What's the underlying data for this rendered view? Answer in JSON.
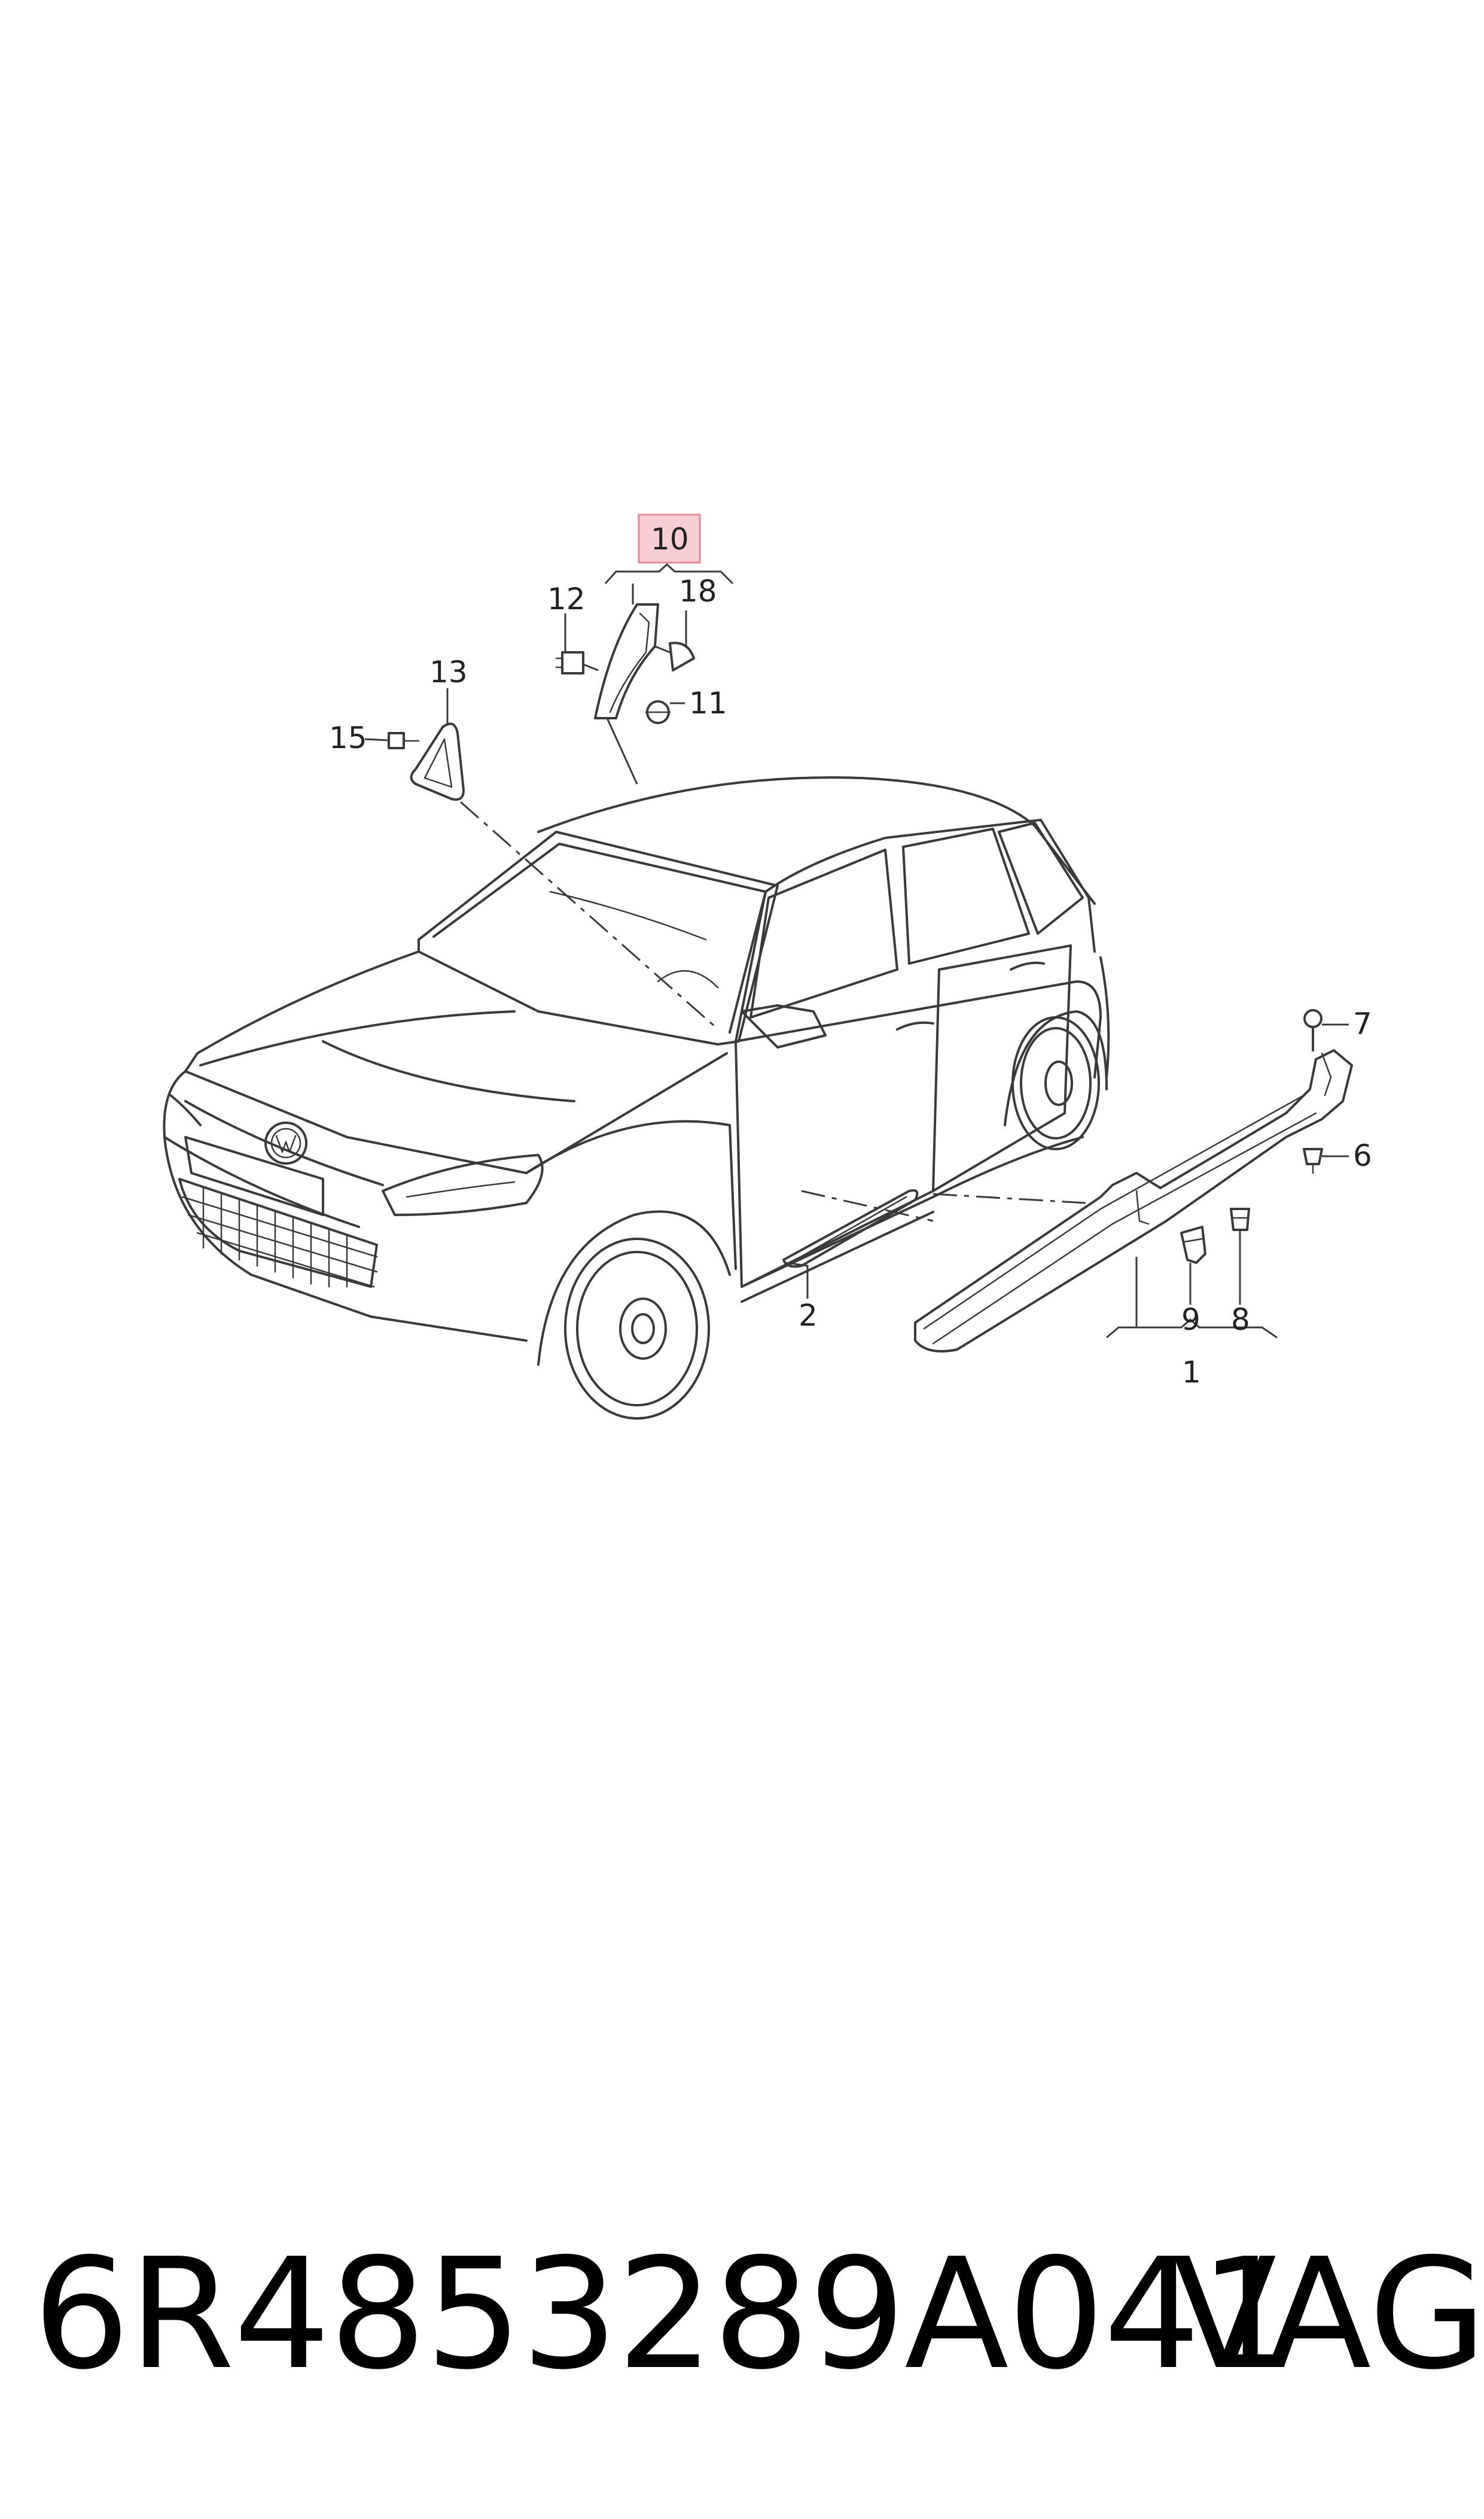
{
  "diagram": {
    "callouts": [
      {
        "id": "10",
        "label": "10",
        "highlighted": true
      },
      {
        "id": "12",
        "label": "12"
      },
      {
        "id": "18",
        "label": "18"
      },
      {
        "id": "11",
        "label": "11"
      },
      {
        "id": "13",
        "label": "13"
      },
      {
        "id": "15",
        "label": "15"
      },
      {
        "id": "7",
        "label": "7"
      },
      {
        "id": "6",
        "label": "6"
      },
      {
        "id": "2",
        "label": "2"
      },
      {
        "id": "9",
        "label": "9"
      },
      {
        "id": "8",
        "label": "8"
      },
      {
        "id": "1",
        "label": "1"
      }
    ],
    "highlight_color": "#f8cdd4"
  },
  "footer": {
    "part_number": "6R4853289A041",
    "brand": "VAG"
  }
}
